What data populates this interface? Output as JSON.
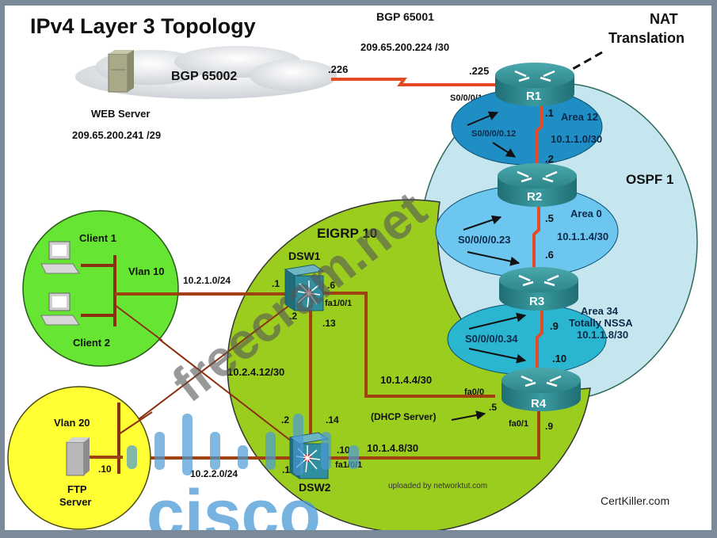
{
  "title": "IPv4 Layer 3 Topology",
  "colors": {
    "frame": "#7a8a99",
    "link_serial": "#e34a26",
    "link_ethernet": "#a0420f",
    "eigrp_zone": "#9acd1e",
    "vlan10_zone": "#66e633",
    "vlan20_zone": "#ffff33",
    "ospf_zone": "#c6e6ef",
    "area12": "#1e8ec4",
    "area0": "#6cc6f0",
    "area34": "#2ab6d0",
    "router": "#2f8e94",
    "switch": "#2f8ea0"
  },
  "bgp": {
    "as_isp": "BGP 65002",
    "as_local": "BGP 65001",
    "isp_link_subnet": "209.65.200.224 /30",
    "isp_side_ip": ".226",
    "r1_side_ip": ".225",
    "r1_interface": "S0/0/0/1",
    "nat_label_line1": "NAT",
    "nat_label_line2": "Translation"
  },
  "web_server": {
    "name": "WEB Server",
    "ip": "209.65.200.241 /29"
  },
  "ospf": {
    "label": "OSPF 1",
    "areas": [
      {
        "name": "Area 12",
        "subnet": "10.1.1.0/30",
        "interface": "S0/0/0/0.12",
        "ip_upper": ".1",
        "ip_lower": ".2"
      },
      {
        "name": "Area 0",
        "subnet": "10.1.1.4/30",
        "interface": "S0/0/0/0.23",
        "ip_upper": ".5",
        "ip_lower": ".6"
      },
      {
        "name": "Area 34",
        "type": "Totally NSSA",
        "subnet": "10.1.1.8/30",
        "interface": "S0/0/0/0.34",
        "ip_upper": ".9",
        "ip_lower": ".10"
      }
    ]
  },
  "routers": [
    {
      "name": "R1"
    },
    {
      "name": "R2"
    },
    {
      "name": "R3"
    },
    {
      "name": "R4"
    }
  ],
  "eigrp": {
    "label": "EIGRP 10",
    "dsw1": {
      "name": "DSW1",
      "vlan10_ip": ".1",
      "link_to_dsw2_ip": ".2",
      "r4_link_ip": ".6",
      "r4_link_if": "fa1/0/1",
      "dsw2_link_ip": ".13"
    },
    "dsw2": {
      "name": "DSW2",
      "vlan10_ip": ".2",
      "vlan20_ip": ".1",
      "dsw1_link_ip": ".14",
      "r4_link_ip": ".10",
      "r4_link_if": "fa1/0/1"
    },
    "r4": {
      "fa00": "fa0/0",
      "fa01": "fa0/1",
      "fa00_ip": ".5",
      "fa01_ip": ".9",
      "dhcp_label": "(DHCP Server)"
    },
    "subnets": {
      "dsw1_r4": "10.1.4.4/30",
      "dsw2_r4": "10.1.4.8/30",
      "dsw1_dsw2": "10.2.4.12/30"
    }
  },
  "vlan10": {
    "label": "Vlan 10",
    "subnet": "10.2.1.0/24",
    "clients": [
      "Client 1",
      "Client 2"
    ]
  },
  "vlan20": {
    "label": "Vlan 20",
    "subnet": "10.2.2.0/24",
    "server_ip": ".10",
    "server_line1": "FTP",
    "server_line2": "Server"
  },
  "credits": {
    "uploaded_by": "uploaded by networktut.com",
    "certkiller": "CertKiller.com"
  },
  "watermarks": {
    "diagonal": "freecram.net",
    "cisco": "cisco"
  }
}
